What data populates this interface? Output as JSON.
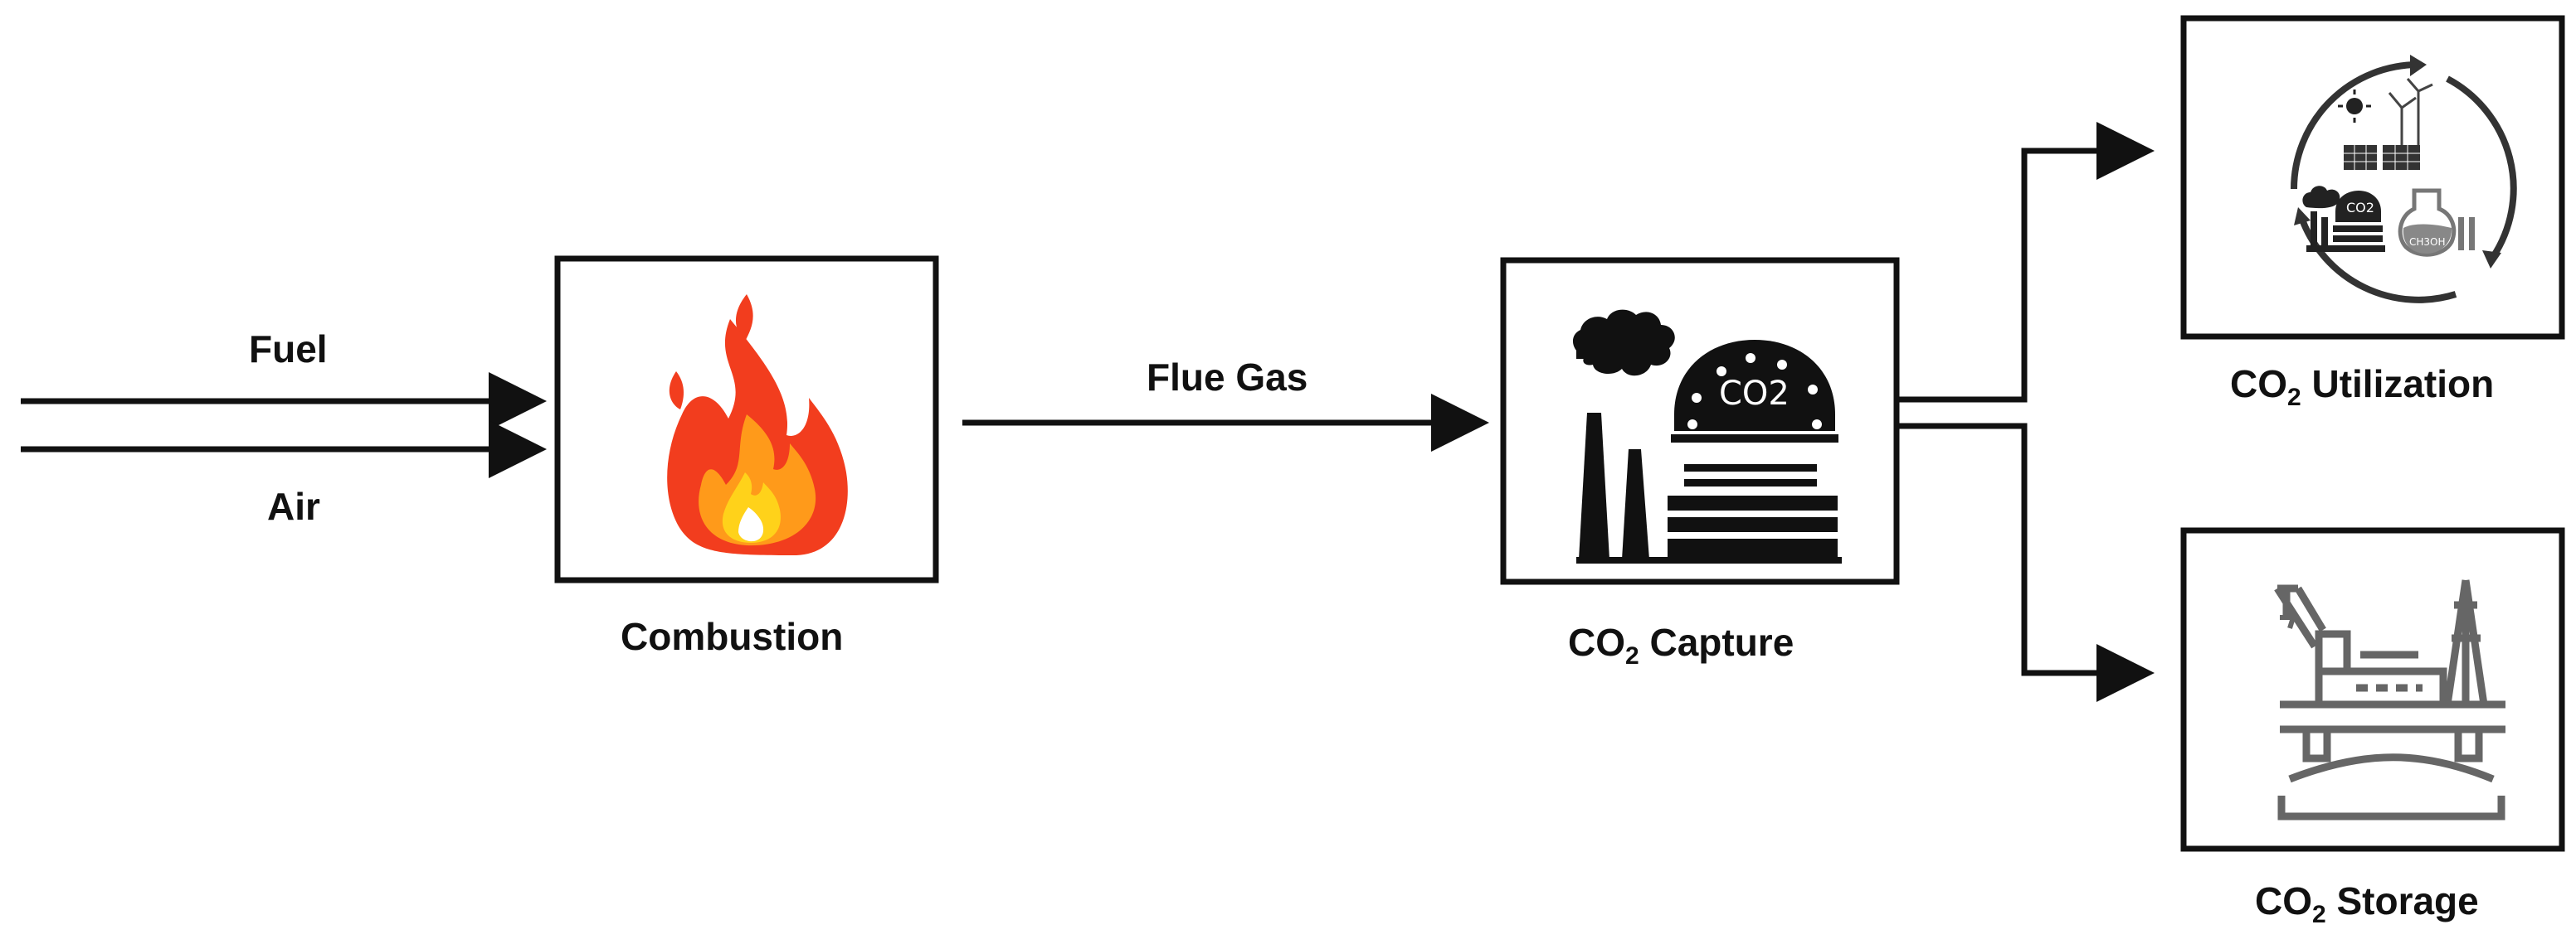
{
  "inputs": {
    "fuel": "Fuel",
    "air": "Air"
  },
  "stream": {
    "flue_gas": "Flue Gas"
  },
  "nodes": {
    "combustion": {
      "label": "Combustion",
      "icon": "fire-icon"
    },
    "capture": {
      "prefix": "CO",
      "subscript": "2",
      "suffix": " Capture",
      "icon": "co2-factory-icon",
      "icon_text": "CO2"
    },
    "utilization": {
      "prefix": "CO",
      "subscript": "2",
      "suffix": " Utilization",
      "icon": "renewable-cycle-icon",
      "icon_texts": [
        "CO2",
        "CH3OH"
      ]
    },
    "storage": {
      "prefix": "CO",
      "subscript": "2",
      "suffix": " Storage",
      "icon": "offshore-platform-icon"
    }
  },
  "colors": {
    "line": "#111111",
    "flame_outer": "#f23d1e",
    "flame_mid": "#ff9a1a",
    "flame_core": "#ffd21a",
    "storage_icon": "#666666"
  }
}
